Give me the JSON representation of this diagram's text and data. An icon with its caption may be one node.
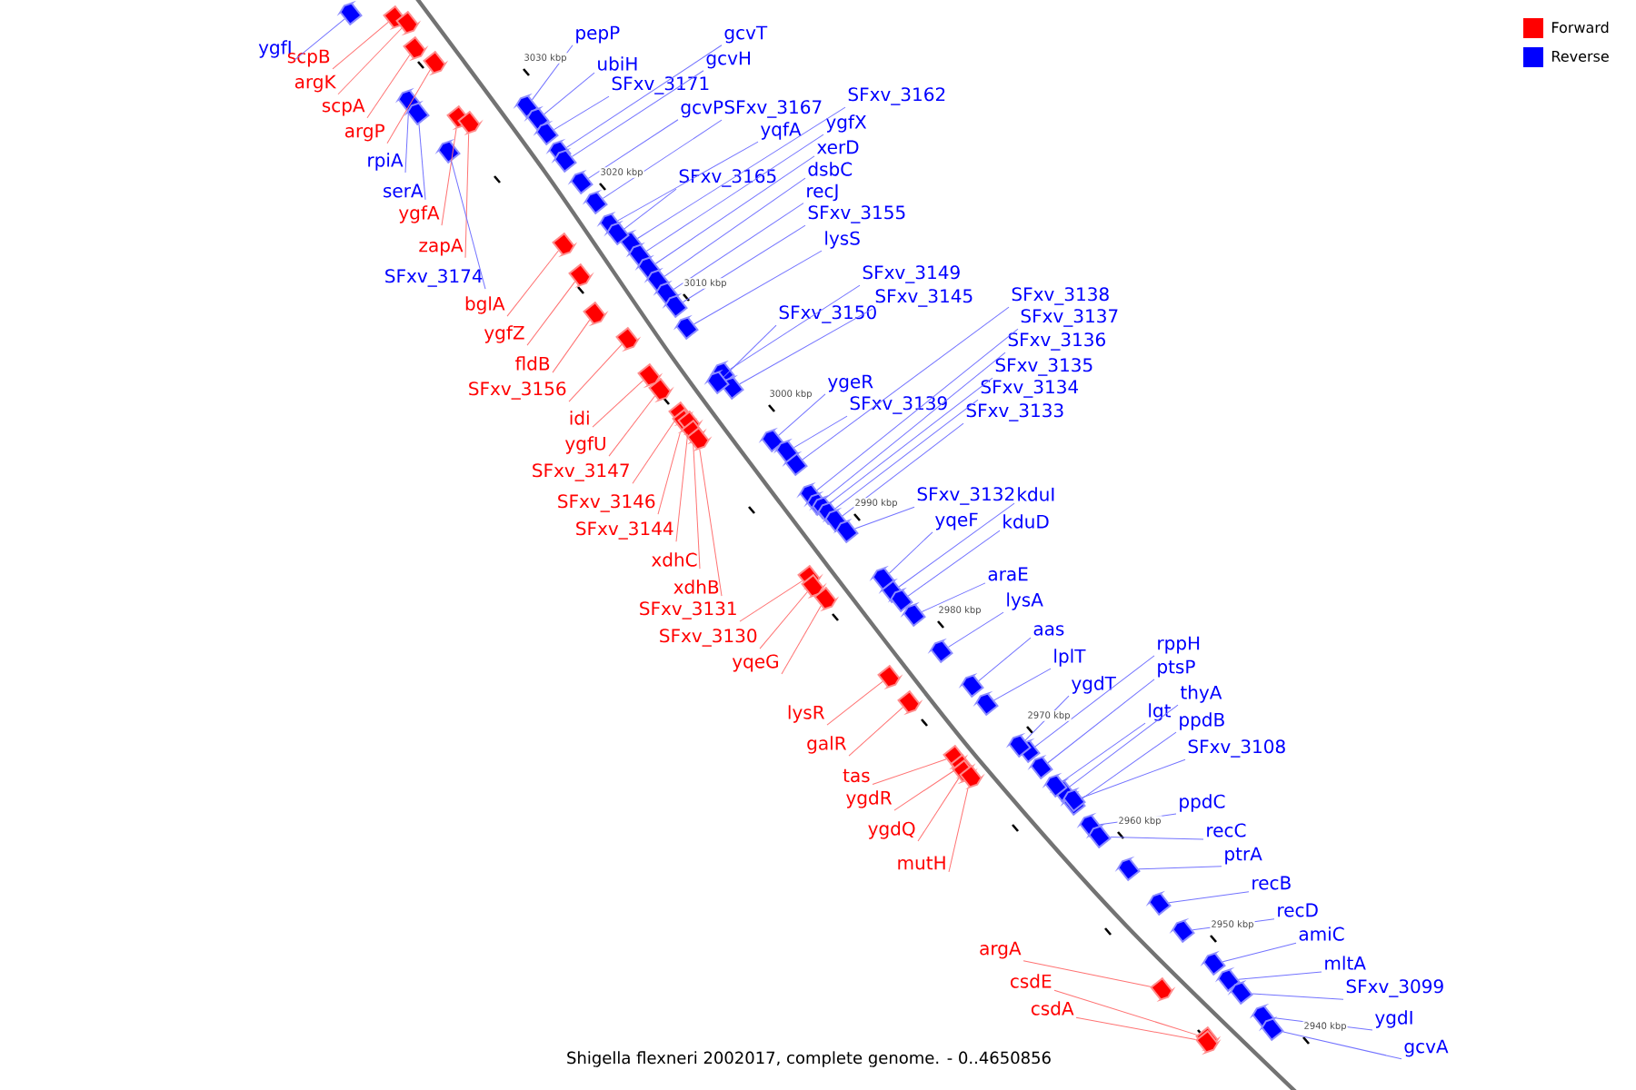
{
  "diagram": {
    "caption": "Shigella flexneri 2002017, complete genome. - 0..4650856",
    "nodes": [
      {
        "text": [
          "ygfI"
        ]
      },
      {
        "text": [
          "scpB"
        ]
      },
      {
        "text": [
          "argK"
        ]
      },
      {
        "text": [
          "scpA"
        ]
      },
      {
        "text": [
          "argP"
        ]
      },
      {
        "text": [
          "rpiA"
        ]
      },
      {
        "text": [
          "serA"
        ]
      },
      {
        "text": [
          "ygfA"
        ]
      },
      {
        "text": [
          "zapA"
        ]
      },
      {
        "text": [
          "SFxv_3174"
        ]
      },
      {
        "text": [
          "bglA"
        ]
      },
      {
        "text": [
          "ygfZ"
        ]
      },
      {
        "text": [
          "fldB"
        ]
      },
      {
        "text": [
          "SFxv_3156"
        ]
      },
      {
        "text": [
          "idi"
        ]
      },
      {
        "text": [
          "ygfU"
        ]
      },
      {
        "text": [
          "SFxv_3147"
        ]
      },
      {
        "text": [
          "SFxv_3146"
        ]
      },
      {
        "text": [
          "SFxv_3144"
        ]
      },
      {
        "text": [
          "xdhC"
        ]
      },
      {
        "text": [
          "xdhB"
        ]
      },
      {
        "text": [
          "SFxv_3131"
        ]
      },
      {
        "text": [
          "SFxv_3130"
        ]
      },
      {
        "text": [
          "yqeG"
        ]
      },
      {
        "text": [
          "lysR"
        ]
      },
      {
        "text": [
          "galR"
        ]
      },
      {
        "text": [
          "tas"
        ]
      },
      {
        "text": [
          "ygdR"
        ]
      },
      {
        "text": [
          "ygdQ"
        ]
      },
      {
        "text": [
          "mutH"
        ]
      },
      {
        "text": [
          "argA"
        ]
      },
      {
        "text": [
          "csdE"
        ]
      },
      {
        "text": [
          "csdA"
        ]
      },
      {
        "text": [
          "pepP"
        ]
      },
      {
        "text": [
          "gcvT"
        ]
      },
      {
        "text": [
          "ubiH"
        ]
      },
      {
        "text": [
          "gcvH"
        ]
      },
      {
        "text": [
          "SFxv_3171"
        ]
      },
      {
        "text": [
          "SFxv_3162"
        ]
      },
      {
        "text": [
          "gcvP"
        ]
      },
      {
        "text": [
          "SFxv_3167"
        ]
      },
      {
        "text": [
          "ygfX"
        ]
      },
      {
        "text": [
          "yqfA"
        ]
      },
      {
        "text": [
          "xerD"
        ]
      },
      {
        "text": [
          "dsbC"
        ]
      },
      {
        "text": [
          "SFxv_3165"
        ]
      },
      {
        "text": [
          "recJ"
        ]
      },
      {
        "text": [
          "SFxv_3155"
        ]
      },
      {
        "text": [
          "lysS"
        ]
      },
      {
        "text": [
          "SFxv_3149"
        ]
      },
      {
        "text": [
          "SFxv_3138"
        ]
      },
      {
        "text": [
          "SFxv_3145"
        ]
      },
      {
        "text": [
          "SFxv_3150"
        ]
      },
      {
        "text": [
          "SFxv_3137"
        ]
      },
      {
        "text": [
          "SFxv_3136"
        ]
      },
      {
        "text": [
          "SFxv_3135"
        ]
      },
      {
        "text": [
          "ygeR"
        ]
      },
      {
        "text": [
          "SFxv_3134"
        ]
      },
      {
        "text": [
          "SFxv_3139"
        ]
      },
      {
        "text": [
          "SFxv_3133"
        ]
      },
      {
        "text": [
          "kduI"
        ]
      },
      {
        "text": [
          "SFxv_3132"
        ]
      },
      {
        "text": [
          "yqeF"
        ]
      },
      {
        "text": [
          "kduD"
        ]
      },
      {
        "text": [
          "araE"
        ]
      },
      {
        "text": [
          "lysA"
        ]
      },
      {
        "text": [
          "aas"
        ]
      },
      {
        "text": [
          "rppH"
        ]
      },
      {
        "text": [
          "lplT"
        ]
      },
      {
        "text": [
          "ptsP"
        ]
      },
      {
        "text": [
          "ygdT"
        ]
      },
      {
        "text": [
          "thyA"
        ]
      },
      {
        "text": [
          "lgt"
        ]
      },
      {
        "text": [
          "ppdB"
        ]
      },
      {
        "text": [
          "SFxv_3108"
        ]
      },
      {
        "text": [
          "ppdC"
        ]
      },
      {
        "text": [
          "recC"
        ]
      },
      {
        "text": [
          "ptrA"
        ]
      },
      {
        "text": [
          "recB"
        ]
      },
      {
        "text": [
          "recD"
        ]
      },
      {
        "text": [
          "amiC"
        ]
      },
      {
        "text": [
          "mltA"
        ]
      },
      {
        "text": [
          "SFxv_3099"
        ]
      },
      {
        "text": [
          "ygdI"
        ]
      },
      {
        "text": [
          "gcvA"
        ]
      },
      {
        "text": [],
        "shape": "arrow"
      },
      {
        "text": [],
        "shape": "arrow"
      },
      {
        "text": [],
        "shape": "arrow"
      },
      {
        "text": [],
        "shape": "arrow"
      },
      {
        "text": [],
        "shape": "arrow"
      },
      {
        "text": [],
        "shape": "arrow"
      },
      {
        "text": [],
        "shape": "arrow"
      },
      {
        "text": [],
        "shape": "arrow"
      },
      {
        "text": [],
        "shape": "arrow"
      },
      {
        "text": [],
        "shape": "arrow"
      },
      {
        "text": [],
        "shape": "arrow"
      },
      {
        "text": [],
        "shape": "arrow"
      },
      {
        "text": [],
        "shape": "arrow"
      },
      {
        "text": [],
        "shape": "arrow"
      },
      {
        "text": [],
        "shape": "arrow"
      },
      {
        "text": [],
        "shape": "arrow"
      },
      {
        "text": [],
        "shape": "arrow"
      },
      {
        "text": [],
        "shape": "arrow"
      },
      {
        "text": [],
        "shape": "arrow"
      },
      {
        "text": [],
        "shape": "arrow"
      },
      {
        "text": [],
        "shape": "arrow"
      },
      {
        "text": [],
        "shape": "arrow"
      },
      {
        "text": [],
        "shape": "arrow"
      },
      {
        "text": [],
        "shape": "arrow"
      },
      {
        "text": [],
        "shape": "arrow"
      },
      {
        "text": [],
        "shape": "arrow"
      },
      {
        "text": [],
        "shape": "arrow"
      },
      {
        "text": [],
        "shape": "arrow"
      },
      {
        "text": [],
        "shape": "arrow"
      },
      {
        "text": [],
        "shape": "arrow"
      },
      {
        "text": [],
        "shape": "arrow"
      },
      {
        "text": [],
        "shape": "arrow"
      },
      {
        "text": [],
        "shape": "arrow"
      },
      {
        "text": [],
        "shape": "arrow"
      },
      {
        "text": [],
        "shape": "arrow"
      },
      {
        "text": [],
        "shape": "arrow"
      },
      {
        "text": [],
        "shape": "arrow"
      },
      {
        "text": [],
        "shape": "arrow"
      },
      {
        "text": [],
        "shape": "arrow"
      },
      {
        "text": [],
        "shape": "arrow"
      },
      {
        "text": [],
        "shape": "arrow"
      },
      {
        "text": [],
        "shape": "arrow"
      },
      {
        "text": [],
        "shape": "arrow"
      },
      {
        "text": [],
        "shape": "arrow"
      },
      {
        "text": [],
        "shape": "arrow"
      },
      {
        "text": [],
        "shape": "arrow"
      },
      {
        "text": [],
        "shape": "arrow"
      },
      {
        "text": [],
        "shape": "arrow"
      },
      {
        "text": [],
        "shape": "arrow"
      },
      {
        "text": [],
        "shape": "arrow"
      },
      {
        "text": [],
        "shape": "arrow"
      },
      {
        "text": [],
        "shape": "arrow"
      },
      {
        "text": [],
        "shape": "arrow"
      },
      {
        "text": [],
        "shape": "arrow"
      },
      {
        "text": [],
        "shape": "arrow"
      },
      {
        "text": [],
        "shape": "arrow"
      },
      {
        "text": [],
        "shape": "arrow"
      },
      {
        "text": [],
        "shape": "arrow"
      },
      {
        "text": [],
        "shape": "arrow"
      },
      {
        "text": [],
        "shape": "arrow"
      },
      {
        "text": [],
        "shape": "arrow"
      },
      {
        "text": [],
        "shape": "arrow"
      },
      {
        "text": [],
        "shape": "arrow"
      },
      {
        "text": [],
        "shape": "arrow"
      },
      {
        "text": [],
        "shape": "arrow"
      },
      {
        "text": [],
        "shape": "arrow"
      },
      {
        "text": [],
        "shape": "arrow"
      },
      {
        "text": [],
        "shape": "arrow"
      },
      {
        "text": [],
        "shape": "arrow"
      },
      {
        "text": [],
        "shape": "arrow"
      },
      {
        "text": [],
        "shape": "arrow"
      },
      {
        "text": [],
        "shape": "arrow"
      },
      {
        "text": [],
        "shape": "arrow"
      },
      {
        "text": [],
        "shape": "arrow"
      },
      {
        "text": [],
        "shape": "arrow"
      },
      {
        "text": [],
        "shape": "arrow"
      },
      {
        "text": [],
        "shape": "arrow"
      },
      {
        "text": [],
        "shape": "arrow"
      },
      {
        "text": [],
        "shape": "arrow"
      },
      {
        "text": [],
        "shape": "arrow"
      },
      {
        "text": [],
        "shape": "arrow"
      },
      {
        "text": [],
        "shape": "arrow"
      },
      {
        "text": [],
        "shape": "arrow"
      },
      {
        "text": [],
        "shape": "arrow"
      },
      {
        "text": [],
        "shape": "arrow"
      }
    ],
    "edges": [
      {
        "from": 0,
        "to": 85,
        "arrow": "none"
      },
      {
        "from": 1,
        "to": 86,
        "arrow": "none",
        "color": "#ff7373"
      },
      {
        "from": 2,
        "to": 87,
        "arrow": "none",
        "color": "#ff7373"
      },
      {
        "from": 3,
        "to": 88,
        "arrow": "none",
        "color": "#ff7373"
      },
      {
        "from": 4,
        "to": 89,
        "arrow": "none",
        "color": "#ff7373"
      },
      {
        "from": 5,
        "to": 90,
        "arrow": "none"
      },
      {
        "from": 6,
        "to": 91,
        "arrow": "none"
      },
      {
        "from": 7,
        "to": 92,
        "arrow": "none",
        "color": "#ff7373"
      },
      {
        "from": 8,
        "to": 93,
        "arrow": "none",
        "color": "#ff7373"
      },
      {
        "from": 9,
        "to": 94,
        "arrow": "none"
      },
      {
        "from": 10,
        "to": 95,
        "arrow": "none",
        "color": "#ff7373"
      },
      {
        "from": 11,
        "to": 96,
        "arrow": "none",
        "color": "#ff7373"
      },
      {
        "from": 12,
        "to": 97,
        "arrow": "none",
        "color": "#ff7373"
      },
      {
        "from": 13,
        "to": 98,
        "arrow": "none",
        "color": "#ff7373"
      },
      {
        "from": 14,
        "to": 99,
        "arrow": "none",
        "color": "#ff7373"
      },
      {
        "from": 15,
        "to": 100,
        "arrow": "none",
        "color": "#ff7373"
      },
      {
        "from": 16,
        "to": 101,
        "arrow": "none",
        "color": "#ff7373"
      },
      {
        "from": 17,
        "to": 102,
        "arrow": "none",
        "color": "#ff7373"
      },
      {
        "from": 18,
        "to": 103,
        "arrow": "none",
        "color": "#ff7373"
      },
      {
        "from": 19,
        "to": 104,
        "arrow": "none",
        "color": "#ff7373"
      },
      {
        "from": 20,
        "to": 105,
        "arrow": "none",
        "color": "#ff7373"
      },
      {
        "from": 21,
        "to": 106,
        "arrow": "none",
        "color": "#ff7373"
      },
      {
        "from": 22,
        "to": 107,
        "arrow": "none",
        "color": "#ff7373"
      },
      {
        "from": 23,
        "to": 108,
        "arrow": "none",
        "color": "#ff7373"
      },
      {
        "from": 24,
        "to": 109,
        "arrow": "none",
        "color": "#ff7373"
      },
      {
        "from": 25,
        "to": 110,
        "arrow": "none",
        "color": "#ff7373"
      },
      {
        "from": 26,
        "to": 111,
        "arrow": "none",
        "color": "#ff7373"
      },
      {
        "from": 27,
        "to": 112,
        "arrow": "none",
        "color": "#ff7373"
      },
      {
        "from": 28,
        "to": 113,
        "arrow": "none",
        "color": "#ff7373"
      },
      {
        "from": 29,
        "to": 114,
        "arrow": "none",
        "color": "#ff7373"
      },
      {
        "from": 30,
        "to": 115,
        "arrow": "none",
        "color": "#ff7373"
      },
      {
        "from": 31,
        "to": 116,
        "arrow": "none",
        "color": "#ff7373"
      },
      {
        "from": 32,
        "to": 117,
        "arrow": "none",
        "color": "#ff7373"
      },
      {
        "from": 33,
        "to": 118,
        "arrow": "none"
      },
      {
        "from": 34,
        "to": 119,
        "arrow": "none"
      },
      {
        "from": 35,
        "to": 120,
        "arrow": "none"
      },
      {
        "from": 36,
        "to": 121,
        "arrow": "none"
      },
      {
        "from": 37,
        "to": 122,
        "arrow": "none"
      },
      {
        "from": 38,
        "to": 123,
        "arrow": "none"
      },
      {
        "from": 39,
        "to": 124,
        "arrow": "none"
      },
      {
        "from": 40,
        "to": 125,
        "arrow": "none"
      },
      {
        "from": 41,
        "to": 126,
        "arrow": "none"
      },
      {
        "from": 42,
        "to": 127,
        "arrow": "none"
      },
      {
        "from": 43,
        "to": 128,
        "arrow": "none"
      },
      {
        "from": 44,
        "to": 129,
        "arrow": "none"
      },
      {
        "from": 45,
        "to": 130,
        "arrow": "none"
      },
      {
        "from": 46,
        "to": 131,
        "arrow": "none"
      },
      {
        "from": 47,
        "to": 132,
        "arrow": "none"
      },
      {
        "from": 48,
        "to": 133,
        "arrow": "none"
      },
      {
        "from": 49,
        "to": 134,
        "arrow": "none"
      },
      {
        "from": 50,
        "to": 135,
        "arrow": "none"
      },
      {
        "from": 51,
        "to": 136,
        "arrow": "none"
      },
      {
        "from": 52,
        "to": 137,
        "arrow": "none"
      },
      {
        "from": 53,
        "to": 138,
        "arrow": "none"
      },
      {
        "from": 54,
        "to": 139,
        "arrow": "none"
      },
      {
        "from": 55,
        "to": 140,
        "arrow": "none"
      },
      {
        "from": 56,
        "to": 141,
        "arrow": "none"
      },
      {
        "from": 57,
        "to": 142,
        "arrow": "none"
      },
      {
        "from": 58,
        "to": 143,
        "arrow": "none"
      },
      {
        "from": 59,
        "to": 144,
        "arrow": "none"
      },
      {
        "from": 60,
        "to": 145,
        "arrow": "none"
      },
      {
        "from": 61,
        "to": 146,
        "arrow": "none"
      },
      {
        "from": 62,
        "to": 147,
        "arrow": "none"
      },
      {
        "from": 63,
        "to": 148,
        "arrow": "none"
      },
      {
        "from": 64,
        "to": 149,
        "arrow": "none"
      },
      {
        "from": 65,
        "to": 150,
        "arrow": "none"
      },
      {
        "from": 66,
        "to": 151,
        "arrow": "none"
      },
      {
        "from": 67,
        "to": 152,
        "arrow": "none"
      },
      {
        "from": 68,
        "to": 153,
        "arrow": "none"
      },
      {
        "from": 69,
        "to": 154,
        "arrow": "none"
      },
      {
        "from": 70,
        "to": 155,
        "arrow": "none"
      },
      {
        "from": 71,
        "to": 156,
        "arrow": "none"
      },
      {
        "from": 72,
        "to": 157,
        "arrow": "none"
      },
      {
        "from": 73,
        "to": 158,
        "arrow": "none"
      },
      {
        "from": 74,
        "to": 159,
        "arrow": "none"
      },
      {
        "from": 75,
        "to": 160,
        "arrow": "none"
      },
      {
        "from": 76,
        "to": 161,
        "arrow": "none"
      },
      {
        "from": 77,
        "to": 162,
        "arrow": "none"
      },
      {
        "from": 78,
        "to": 163,
        "arrow": "none"
      },
      {
        "from": 79,
        "to": 164,
        "arrow": "none"
      },
      {
        "from": 80,
        "to": 165,
        "arrow": "none"
      },
      {
        "from": 81,
        "to": 166,
        "arrow": "none"
      },
      {
        "from": 82,
        "to": 167,
        "arrow": "none"
      },
      {
        "from": 83,
        "to": 168,
        "arrow": "none"
      },
      {
        "from": 84,
        "to": 169,
        "arrow": "none"
      }
    ],
    "labels": [
      "3030 kbp",
      "3020 kbp",
      "3010 kbp",
      "3000 kbp",
      "2990 kbp",
      "2980 kbp",
      "2970 kbp",
      "2960 kbp",
      "2950 kbp",
      "2940 kbp"
    ],
    "legend": [
      {
        "text": "Forward",
        "color": "#ff0000"
      },
      {
        "text": "Reverse",
        "color": "#0000ff"
      }
    ]
  }
}
